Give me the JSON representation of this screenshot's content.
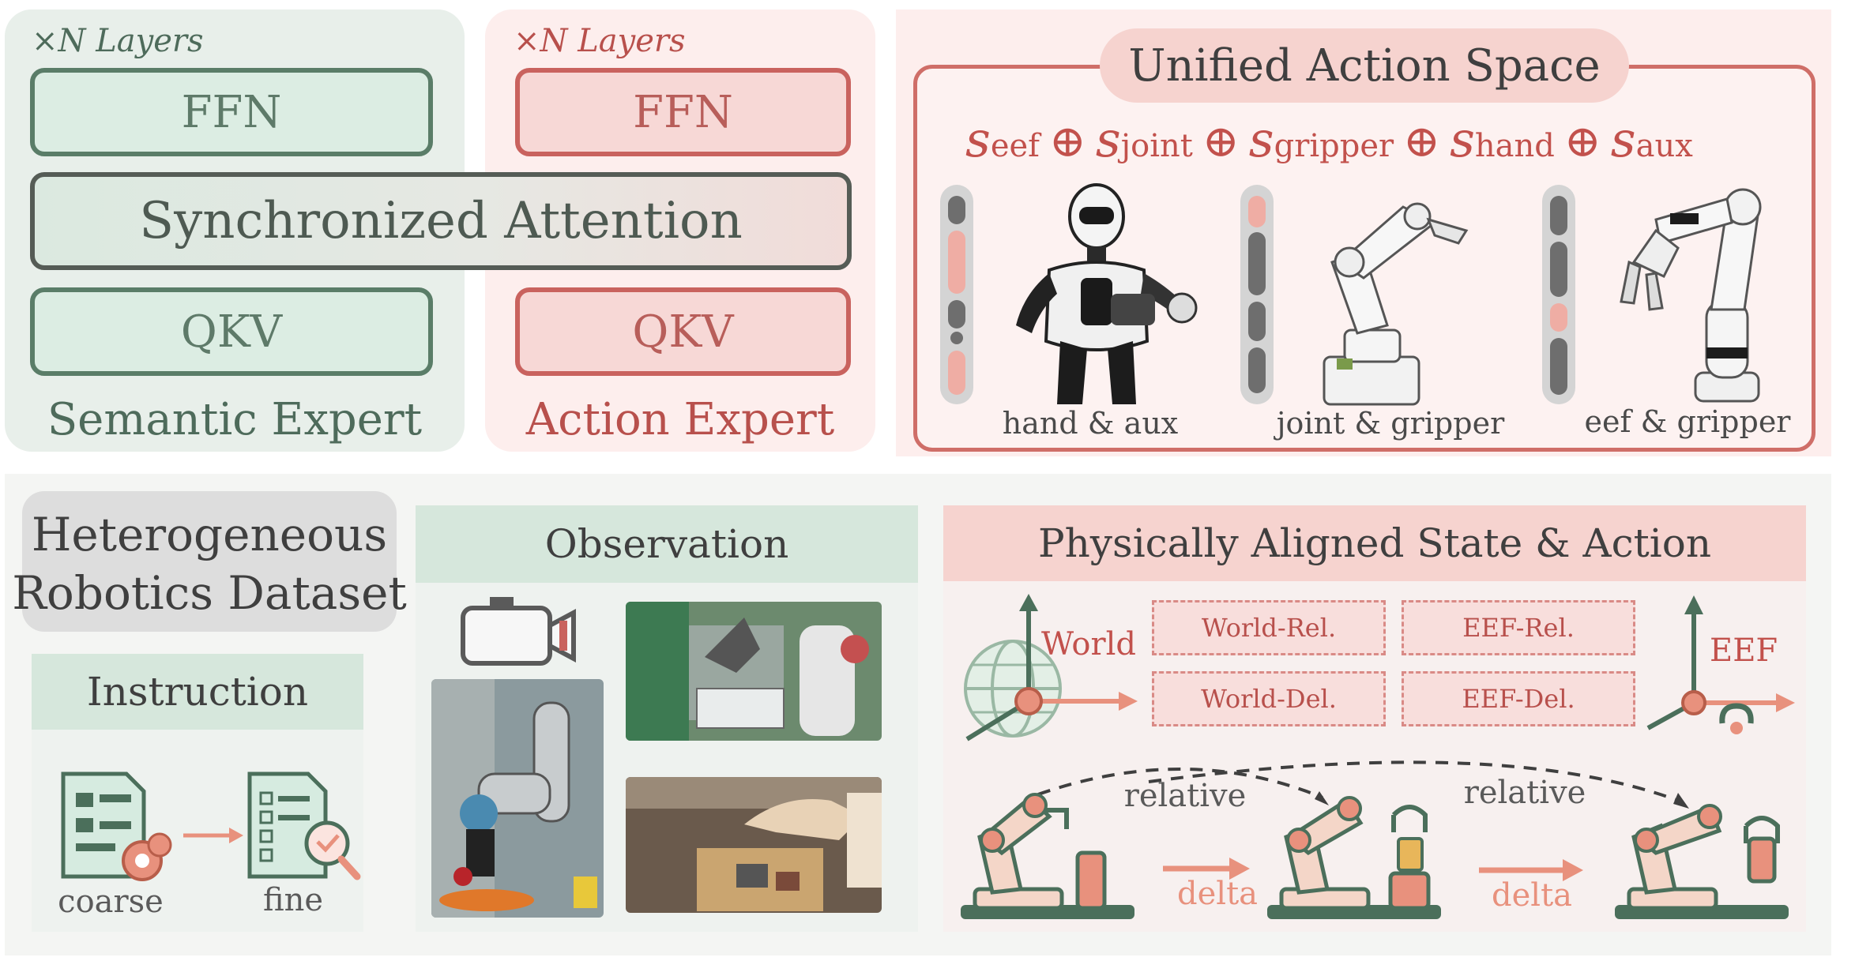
{
  "semantic_panel": {
    "layers": "×N Layers",
    "ffn": "FFN",
    "qkv": "QKV",
    "title": "Semantic Expert"
  },
  "action_panel": {
    "layers": "×N Layers",
    "ffn": "FFN",
    "qkv": "QKV",
    "title": "Action Expert"
  },
  "attention": "Synchronized Attention",
  "unified": {
    "title": "Unified Action Space",
    "formula": {
      "s": "s",
      "oplus": "⊕",
      "subs": [
        "eef",
        "joint",
        "gripper",
        "hand",
        "aux"
      ]
    },
    "robots": [
      {
        "label": "hand & aux"
      },
      {
        "label": "joint & gripper"
      },
      {
        "label": "eef & gripper"
      }
    ]
  },
  "dataset": {
    "title_line1": "Heterogeneous",
    "title_line2": "Robotics Dataset",
    "instruction": "Instruction",
    "coarse": "coarse",
    "fine": "fine"
  },
  "observation": {
    "title": "Observation"
  },
  "aligned": {
    "title": "Physically Aligned State & Action",
    "world": "World",
    "eef": "EEF",
    "world_rel": "World-Rel.",
    "eef_rel": "EEF-Rel.",
    "world_del": "World-Del.",
    "eef_del": "EEF-Del.",
    "relative": "relative",
    "delta": "delta"
  },
  "colors": {
    "green": "#5a7d68",
    "red": "#c9625e",
    "salmon": "#e8917d"
  }
}
